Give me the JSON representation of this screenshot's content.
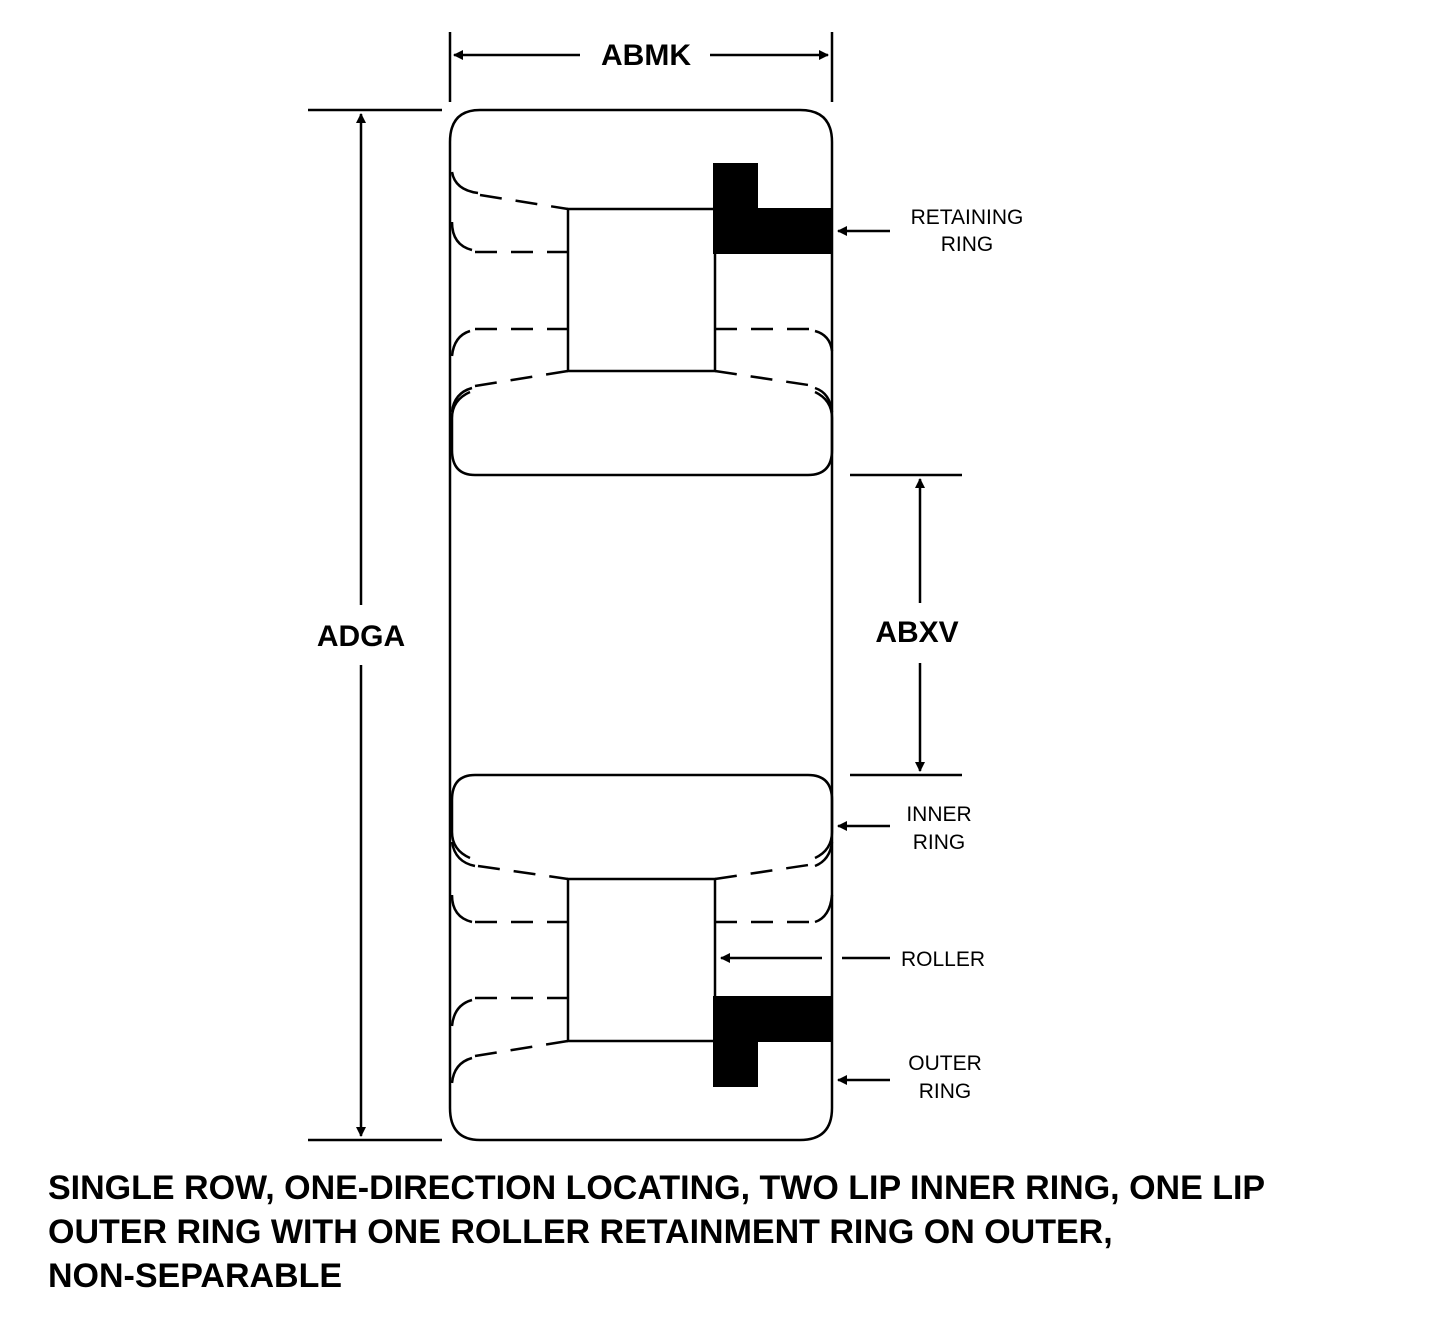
{
  "dimensions": {
    "width_label": "ABMK",
    "outer_height_label": "ADGA",
    "bore_label": "ABXV"
  },
  "parts": {
    "retaining_ring": [
      "RETAINING",
      "RING"
    ],
    "inner_ring": [
      "INNER",
      "RING"
    ],
    "roller": "ROLLER",
    "outer_ring": [
      "OUTER",
      "RING"
    ]
  },
  "caption": [
    "SINGLE ROW, ONE-DIRECTION LOCATING, TWO LIP INNER RING, ONE LIP",
    "OUTER RING WITH ONE ROLLER RETAINMENT RING ON OUTER,",
    "NON-SEPARABLE"
  ]
}
